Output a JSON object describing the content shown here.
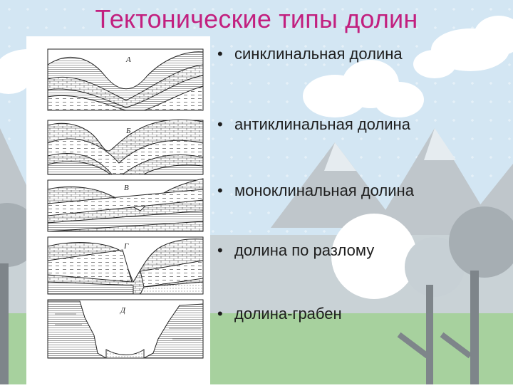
{
  "slide": {
    "title": "Тектонические типы долин"
  },
  "figure": {
    "panels": [
      {
        "letter": "А"
      },
      {
        "letter": "Б"
      },
      {
        "letter": "В"
      },
      {
        "letter": "Г"
      },
      {
        "letter": "Д"
      }
    ]
  },
  "bullets": [
    {
      "text": "синклинальная долина"
    },
    {
      "text": "антиклинальная долина"
    },
    {
      "text": "моноклинальная долина"
    },
    {
      "text": "долина по разлому"
    },
    {
      "text": "долина-грабен"
    }
  ],
  "colors": {
    "title": "#c2207f",
    "sky": "#cfe3f1",
    "ground": "#a9d3a0",
    "mountain": "#c0c7cc",
    "tree": "#8f969b"
  }
}
